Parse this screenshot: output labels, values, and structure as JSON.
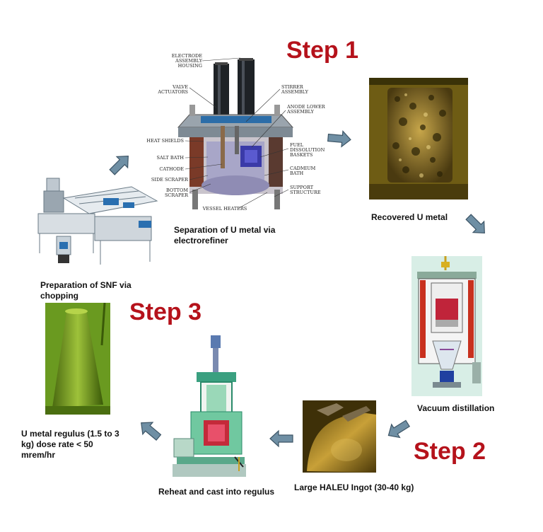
{
  "steps": {
    "step1": "Step 1",
    "step2": "Step 2",
    "step3": "Step 3"
  },
  "captions": {
    "electrorefiner": [
      "Separation of U metal via",
      "electrorefiner"
    ],
    "recovered": "Recovered U metal",
    "vacuum": "Vacuum distillation",
    "ingot": "Large HALEU Ingot (30-40 kg)",
    "reheat": "Reheat and cast into regulus",
    "regulus": [
      "U metal regulus (1.5 to 3",
      "kg) dose rate < 50",
      "mrem/hr"
    ],
    "chopping": [
      "Preparation of SNF via",
      "chopping"
    ]
  },
  "electrorefiner_labels": {
    "electrode": [
      "ELECTRODE",
      "ASSEMBLY",
      "HOUSING"
    ],
    "valve": [
      "VALVE",
      "ACTUATORS"
    ],
    "stirrer": [
      "STIRRER",
      "ASSEMBLY"
    ],
    "anode": [
      "ANODE LOWER",
      "ASSEMBLY"
    ],
    "heat_shields": "HEAT SHIELDS",
    "salt_bath": "SALT BATH",
    "cathode": "CATHODE",
    "side_scraper": "SIDE SCRAPER",
    "bottom_scraper": [
      "BOTTOM",
      "SCRAPER"
    ],
    "fuel": [
      "FUEL",
      "DISSOLUTION",
      "BASKETS"
    ],
    "cadmium": [
      "CADMIUM",
      "BATH"
    ],
    "support": [
      "SUPPORT",
      "STRUCTURE"
    ],
    "vessel_heaters": "VESSEL HEATERS"
  },
  "colors": {
    "step_red": "#b5121b",
    "arrow_fill": "#6f8fa4",
    "arrow_stroke": "#3d5566"
  },
  "icons": {
    "arrow": "thick-block-arrow-icon"
  }
}
